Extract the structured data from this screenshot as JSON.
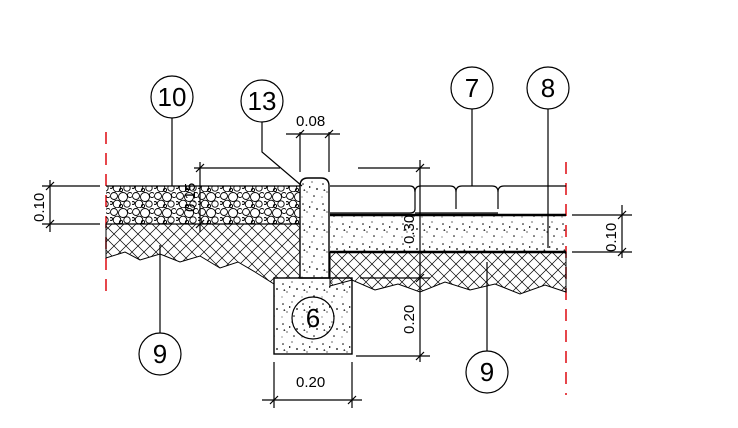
{
  "callouts": {
    "c10": "10",
    "c13": "13",
    "c7": "7",
    "c8": "8",
    "c6": "6",
    "c9_left": "9",
    "c9_right": "9"
  },
  "dimensions": {
    "curb_width": "0.08",
    "gravel_left": "0.10",
    "gravel_depth": "0.15",
    "pavement_total": "0.30",
    "base_right": "0.10",
    "footing_depth": "0.20",
    "footing_width": "0.20"
  },
  "colors": {
    "line": "#000000",
    "break_line": "#e0191f"
  }
}
